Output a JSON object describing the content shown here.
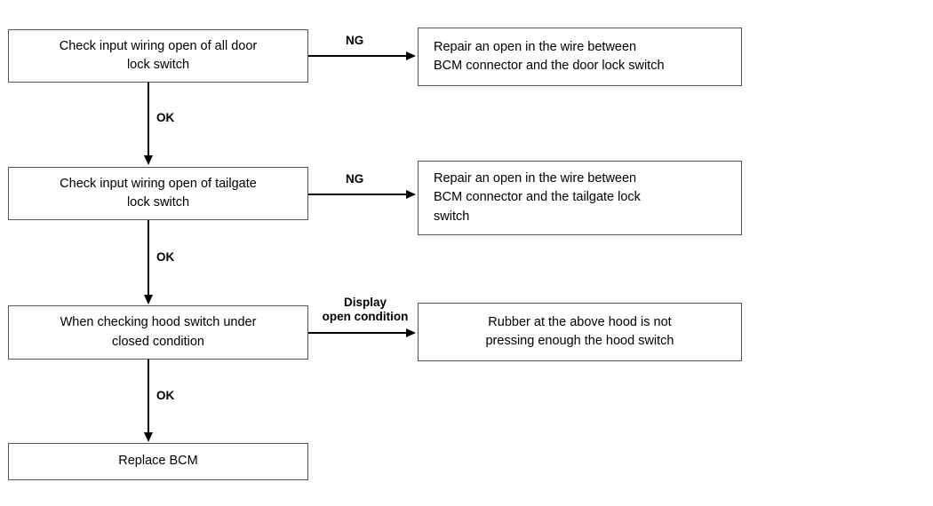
{
  "diagram": {
    "title": "BCM door/tailgate/hood switch input diagnostic flowchart",
    "background_color": "#ffffff",
    "line_color": "#000000",
    "box_border_color": "#555555",
    "nodes": [
      {
        "id": "check-door-lock-switch",
        "text": "Check input wiring open of all door\nlock switch",
        "align": "center"
      },
      {
        "id": "repair-door-lock-wire",
        "text": "Repair an open in the wire between\nBCM connector and the door lock switch",
        "align": "left"
      },
      {
        "id": "check-tailgate-lock-switch",
        "text": "Check input wiring open of tailgate\nlock switch",
        "align": "center"
      },
      {
        "id": "repair-tailgate-lock-wire",
        "text": "Repair an open in the wire between\nBCM connector and the tailgate lock\nswitch",
        "align": "left"
      },
      {
        "id": "check-hood-switch-closed",
        "text": "When checking hood switch under\nclosed condition",
        "align": "center"
      },
      {
        "id": "rubber-hood-not-pressing",
        "text": "Rubber at the above hood is not\npressing enough the hood switch",
        "align": "center"
      },
      {
        "id": "replace-bcm",
        "text": "Replace BCM",
        "align": "center"
      }
    ],
    "edge_labels": [
      {
        "id": "ng-1",
        "text": "NG"
      },
      {
        "id": "ok-1",
        "text": "OK"
      },
      {
        "id": "ng-2",
        "text": "NG"
      },
      {
        "id": "ok-2",
        "text": "OK"
      },
      {
        "id": "display-open-condition",
        "text": "Display\nopen condition"
      },
      {
        "id": "ok-3",
        "text": "OK"
      }
    ]
  }
}
